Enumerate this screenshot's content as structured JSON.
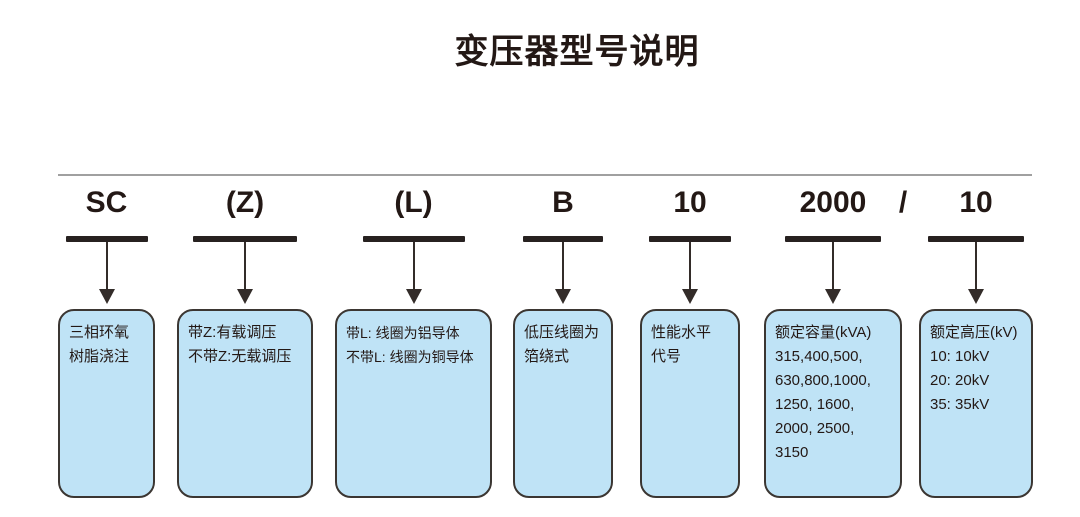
{
  "title": "变压器型号说明",
  "colors": {
    "text": "#231815",
    "rule": "#a0a0a0",
    "box_fill": "#bfe3f6",
    "box_border": "#3b3632",
    "arrow": "#332c29"
  },
  "model_code": {
    "separator": "/",
    "segments": [
      {
        "code": "SC",
        "lines": [
          "三相环氧",
          "树脂浇注"
        ]
      },
      {
        "code": "(Z)",
        "lines": [
          "带Z:有载调压",
          "不带Z:无载调压"
        ]
      },
      {
        "code": "(L)",
        "lines": [
          "带L: 线圈为铝导体",
          "不带L: 线圈为铜导体"
        ]
      },
      {
        "code": "B",
        "lines": [
          "低压线圈为",
          "箔绕式"
        ]
      },
      {
        "code": "10",
        "lines": [
          "性能水平",
          "代号"
        ]
      },
      {
        "code": "2000",
        "lines": [
          "额定容量(kVA)",
          "315,400,500,",
          "630,800,1000,",
          "1250, 1600,",
          "2000, 2500,",
          "3150"
        ]
      },
      {
        "code": "10",
        "lines": [
          "额定高压(kV)",
          "10: 10kV",
          "20: 20kV",
          "35: 35kV"
        ]
      }
    ]
  }
}
